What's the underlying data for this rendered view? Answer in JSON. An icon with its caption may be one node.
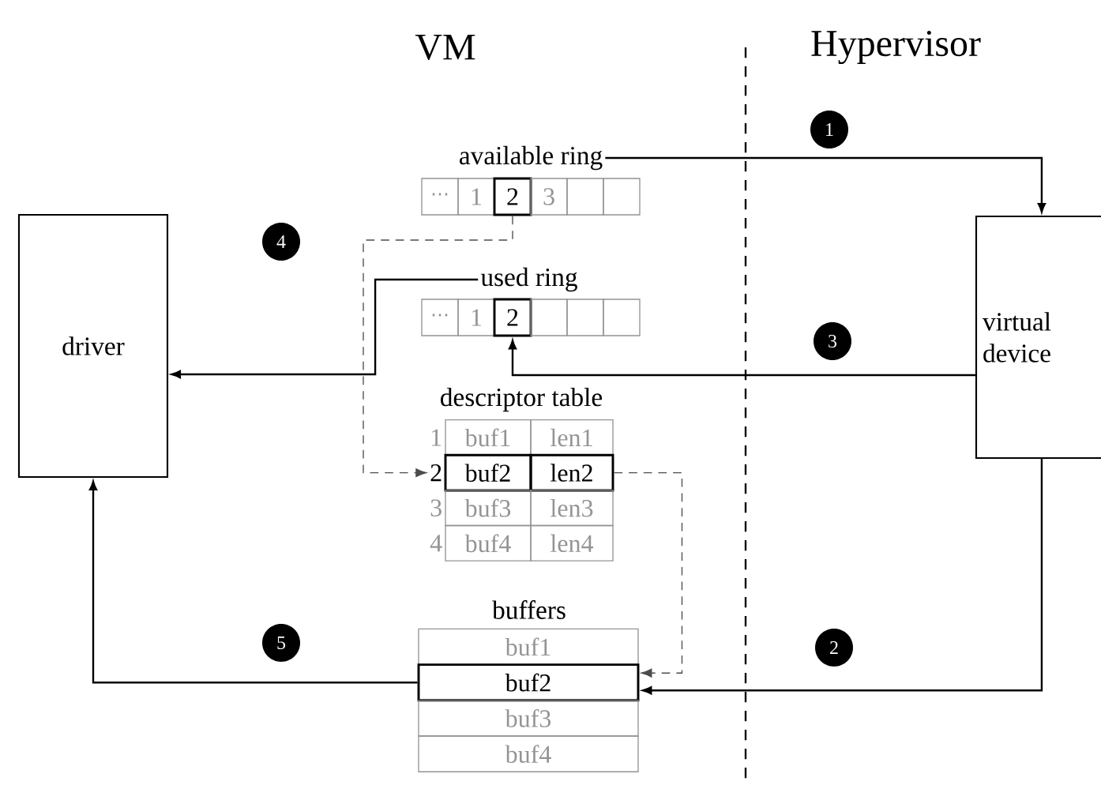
{
  "diagram": {
    "nodes": [
      {
        "text": [
          "driver"
        ]
      },
      {
        "text": [
          "virtual device"
        ]
      },
      {
        "text": [
          "available ring"
        ]
      },
      {
        "text": [
          "⋯"
        ]
      },
      {
        "text": [
          "1"
        ]
      },
      {
        "text": [
          "2"
        ]
      },
      {
        "text": [
          "3"
        ]
      },
      {
        "text": [],
        "shape": "box"
      },
      {
        "text": [],
        "shape": "box"
      },
      {
        "text": [
          "used ring"
        ]
      },
      {
        "text": [
          "⋯"
        ]
      },
      {
        "text": [
          "1"
        ]
      },
      {
        "text": [
          "2"
        ]
      },
      {
        "text": [],
        "shape": "box"
      },
      {
        "text": [],
        "shape": "box"
      },
      {
        "text": [],
        "shape": "box"
      },
      {
        "text": [
          "descriptor table"
        ]
      },
      {
        "text": [
          "1"
        ]
      },
      {
        "text": [
          "buf1"
        ]
      },
      {
        "text": [
          "len1"
        ]
      },
      {
        "text": [
          "2"
        ]
      },
      {
        "text": [
          "buf2"
        ]
      },
      {
        "text": [
          "len2"
        ]
      },
      {
        "text": [
          "3"
        ]
      },
      {
        "text": [
          "buf3"
        ]
      },
      {
        "text": [
          "len3"
        ]
      },
      {
        "text": [
          "4"
        ]
      },
      {
        "text": [
          "buf4"
        ]
      },
      {
        "text": [
          "len4"
        ]
      },
      {
        "text": [
          "buffers"
        ]
      },
      {
        "text": [
          "buf1"
        ]
      },
      {
        "text": [
          "buf2"
        ]
      },
      {
        "text": [
          "buf3"
        ]
      },
      {
        "text": [
          "buf4"
        ]
      },
      {
        "text": [
          "1"
        ]
      },
      {
        "text": [
          "2"
        ]
      },
      {
        "text": [
          "3"
        ]
      },
      {
        "text": [
          "4"
        ]
      },
      {
        "text": [
          "5"
        ]
      }
    ],
    "edges": [
      {
        "from": 2,
        "to": 1,
        "arrow": "to"
      },
      {
        "from": 1,
        "to": 31,
        "arrow": "to"
      },
      {
        "from": 1,
        "to": 12,
        "arrow": "to"
      },
      {
        "from": 5,
        "to": 20,
        "arrow": "to",
        "style": "dashed"
      },
      {
        "from": 22,
        "to": 31,
        "arrow": "to",
        "style": "dashed"
      },
      {
        "from": 9,
        "to": 0,
        "arrow": "to"
      },
      {
        "from": 31,
        "to": 0,
        "arrow": "to"
      }
    ],
    "labels": [
      "VM",
      "Hypervisor"
    ]
  }
}
